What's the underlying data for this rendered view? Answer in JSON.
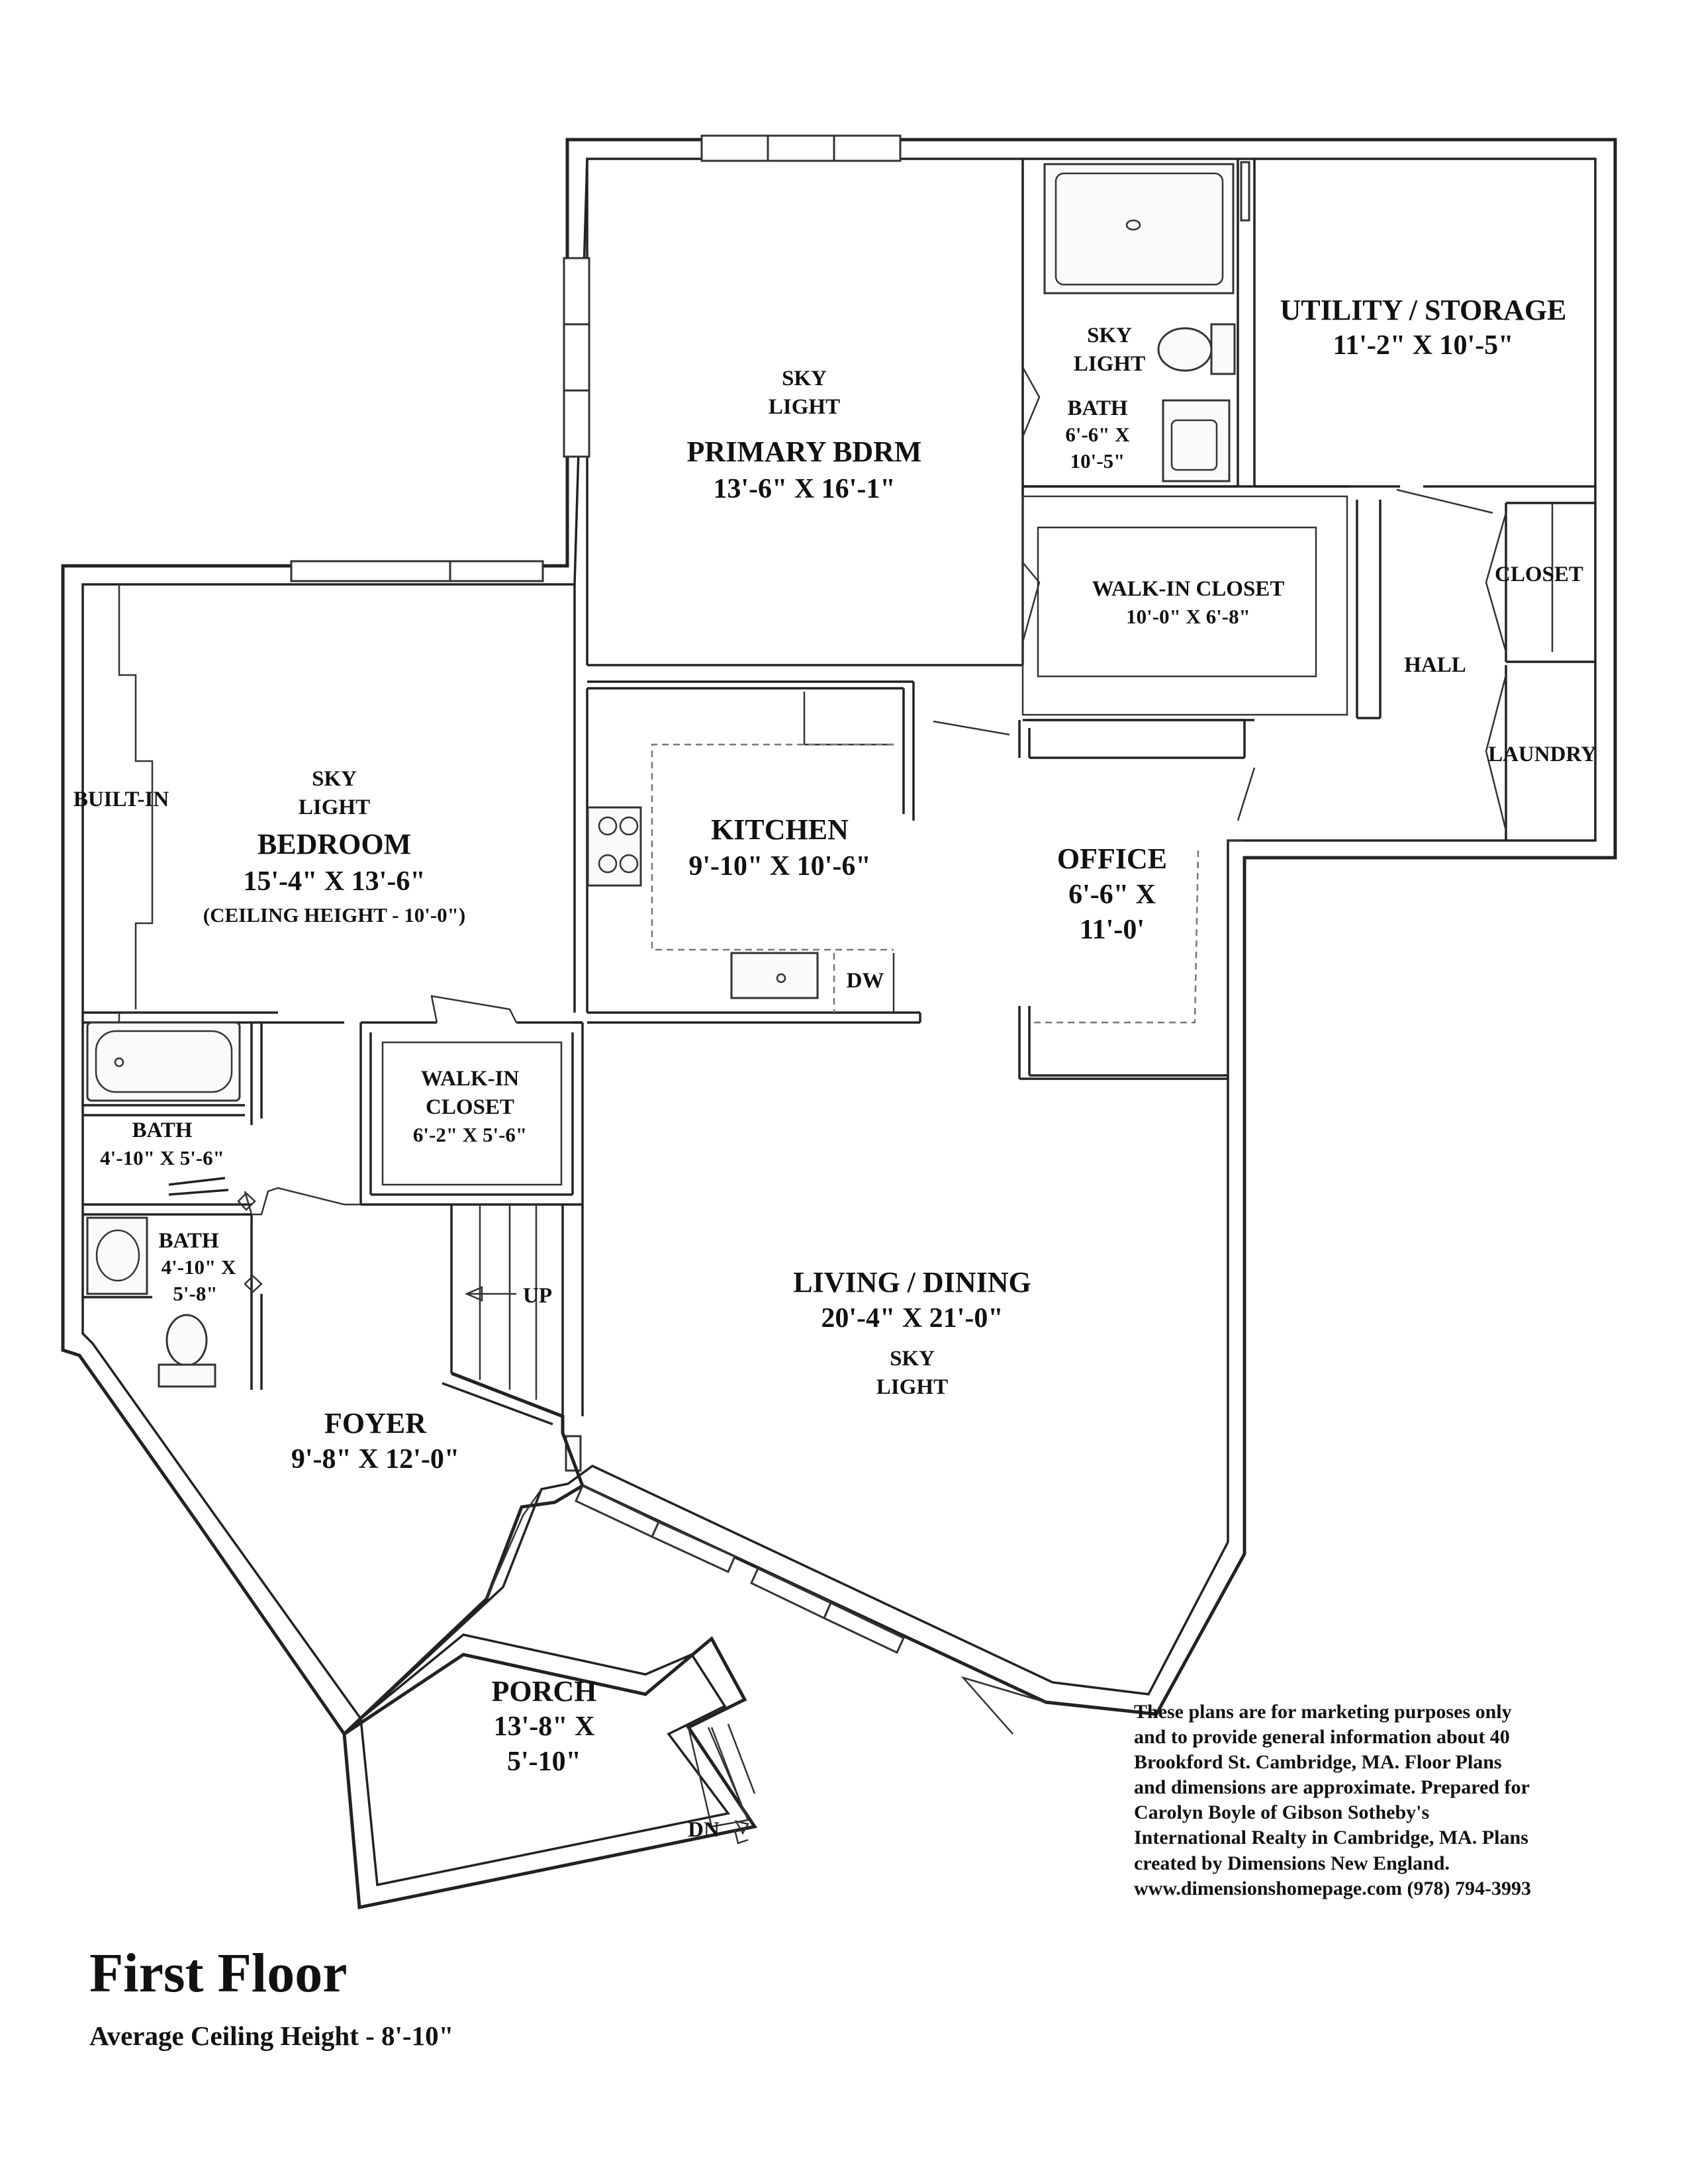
{
  "rooms": {
    "primary_bdrm": {
      "skylight": [
        "SKY",
        "LIGHT"
      ],
      "name": "PRIMARY BDRM",
      "dims": "13'-6\" X 16'-1\""
    },
    "bath_primary": {
      "skylight": [
        "SKY",
        "LIGHT"
      ],
      "name": "BATH",
      "dims": [
        "6'-6\" X",
        "10'-5\""
      ]
    },
    "utility": {
      "name": "UTILITY / STORAGE",
      "dims": "11'-2\" X 10'-5\""
    },
    "walkin_primary": {
      "name": "WALK-IN CLOSET",
      "dims": "10'-0\" X 6'-8\""
    },
    "closet": {
      "name": "CLOSET"
    },
    "hall": {
      "name": "HALL"
    },
    "laundry": {
      "name": "LAUNDRY"
    },
    "bedroom": {
      "skylight": [
        "SKY",
        "LIGHT"
      ],
      "name": "BEDROOM",
      "dims": "15'-4\" X 13'-6\"",
      "note": "(CEILING HEIGHT - 10'-0\")"
    },
    "builtin": {
      "name": "BUILT-IN"
    },
    "kitchen": {
      "name": "KITCHEN",
      "dims": "9'-10\" X 10'-6\"",
      "dw": "DW"
    },
    "office": {
      "name": "OFFICE",
      "dims": [
        "6'-6\" X",
        "11'-0'"
      ]
    },
    "walkin_bed": {
      "name": [
        "WALK-IN",
        "CLOSET"
      ],
      "dims": "6'-2\" X 5'-6\""
    },
    "bath1": {
      "name": "BATH",
      "dims": "4'-10\" X 5'-6\""
    },
    "bath2": {
      "name": "BATH",
      "dims": [
        "4'-10\" X",
        "5'-8\""
      ]
    },
    "living": {
      "name": "LIVING / DINING",
      "dims": "20'-4\" X 21'-0\"",
      "skylight": [
        "SKY",
        "LIGHT"
      ]
    },
    "stairs": {
      "label": "UP"
    },
    "foyer": {
      "name": "FOYER",
      "dims": "9'-8\" X 12'-0\""
    },
    "porch": {
      "name": "PORCH",
      "dims": [
        "13'-8\" X",
        "5'-10\""
      ],
      "stairs_label": "DN"
    }
  },
  "title_block": {
    "title": "First Floor",
    "subtitle": "Average Ceiling Height - 8'-10\""
  },
  "disclaimer": [
    "These plans are for marketing purposes only",
    "and to provide general information about 40",
    "Brookford St. Cambridge, MA.  Floor Plans",
    "and dimensions are approximate.  Prepared for",
    "Carolyn Boyle of Gibson Sotheby's",
    "International Realty in Cambridge, MA.  Plans",
    "created by Dimensions New England.",
    "www.dimensionshomepage.com  (978) 794-3993"
  ]
}
